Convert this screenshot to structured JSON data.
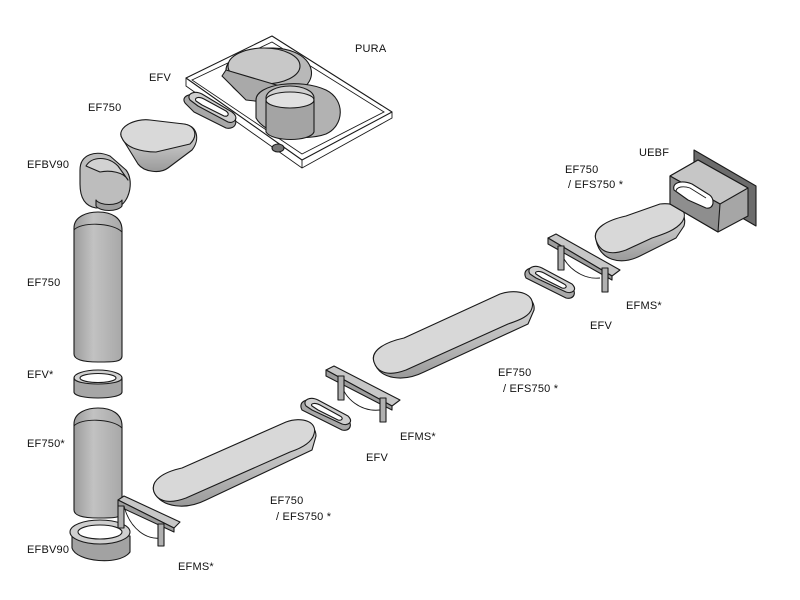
{
  "labels": {
    "pura": "PURA",
    "efv_top": "EFV",
    "ef750_top": "EF750",
    "efbv90_top": "EFBV90",
    "ef750_vertical": "EF750",
    "efv_star": "EFV*",
    "ef750_star": "EF750*",
    "efbv90_bottom": "EFBV90",
    "efms_bottom": "EFMS*",
    "ef750_efs750_bottom_line1": "EF750",
    "ef750_efs750_bottom_line2": "/ EFS750 *",
    "efv_middle": "EFV",
    "efms_middle": "EFMS*",
    "ef750_efs750_middle_line1": "EF750",
    "ef750_efs750_middle_line2": "/ EFS750 *",
    "efv_right": "EFV",
    "efms_right": "EFMS*",
    "ef750_efs750_top_line1": "EF750",
    "ef750_efs750_top_line2": "/ EFS750 *",
    "uebf": "UEBF"
  },
  "colors": {
    "part_fill": "#bdbdbd",
    "part_light": "#d6d6d6",
    "part_dark": "#8e8e8e",
    "outline": "#1a1a1a"
  }
}
